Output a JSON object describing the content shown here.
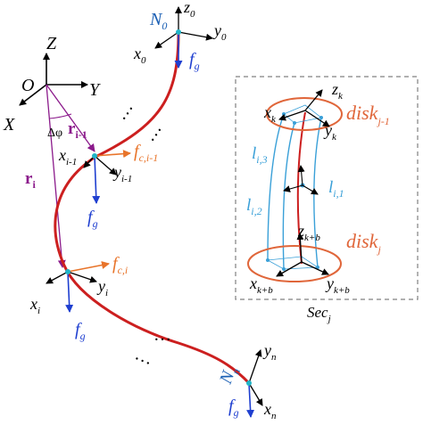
{
  "colors": {
    "axis": "#000000",
    "curve": "#cc1f1f",
    "force_g": "#1f3fd0",
    "force_c": "#e8742a",
    "vector": "#8b1a8b",
    "tendon": "#3aa0d8",
    "disk": "#e0663a",
    "node": "#1fb5c8",
    "label_n": "#1a5fb4",
    "frame_box": "#808080"
  },
  "labels": {
    "base_Z": "Z",
    "base_O": "O",
    "base_Y": "Y",
    "base_X": "X",
    "delta_phi": "Δφ",
    "r_im1_main": "r",
    "r_im1_sub": "i-1",
    "r_i_main": "r",
    "r_i_sub": "i",
    "N0_main": "N",
    "N0_sub": "0",
    "z0_main": "z",
    "z0_sub": "0",
    "y0_main": "y",
    "y0_sub": "0",
    "x0_main": "x",
    "x0_sub": "0",
    "fg_main": "f",
    "fg_sub": "g",
    "xim1_main": "x",
    "xim1_sub": "i-1",
    "yim1_main": "y",
    "yim1_sub": "i-1",
    "fcim1_main": "f",
    "fcim1_sub": "c,i-1",
    "xi_main": "x",
    "xi_sub": "i",
    "yi_main": "y",
    "yi_sub": "i",
    "fci_main": "f",
    "fci_sub": "c,i",
    "Nn_main": "N",
    "Nn_sub": "n",
    "yn_main": "y",
    "yn_sub": "n",
    "xn_main": "x",
    "xn_sub": "n",
    "dots": "…",
    "zk_main": "z",
    "zk_sub": "k",
    "xk_main": "x",
    "xk_sub": "k",
    "yk_main": "y",
    "yk_sub": "k",
    "diskj1_main": "disk",
    "diskj1_sub": "j-1",
    "l_i3_main": "l",
    "l_i3_sub": "i,3",
    "l_i2_main": "l",
    "l_i2_sub": "i,2",
    "l_i1_main": "l",
    "l_i1_sub": "i,1",
    "zkb_main": "z",
    "zkb_sub": "k+b",
    "diskj_main": "disk",
    "diskj_sub": "j",
    "xkb_main": "x",
    "xkb_sub": "k+b",
    "ykb_main": "y",
    "ykb_sub": "k+b",
    "sec_main": "Sec",
    "sec_sub": "j"
  }
}
